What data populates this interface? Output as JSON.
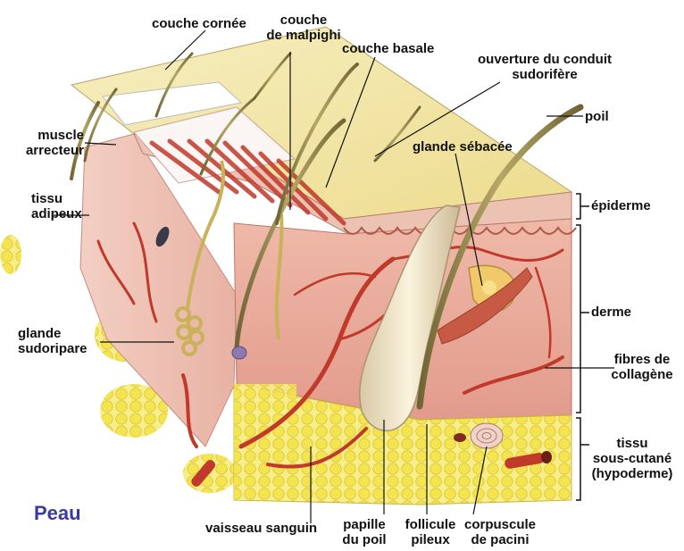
{
  "title": "Peau",
  "labels": {
    "couche_cornee": "couche cornée",
    "couche_malpighi_1": "couche",
    "couche_malpighi_2": "de malpighi",
    "couche_basale": "couche basale",
    "ouverture_1": "ouverture du conduit",
    "ouverture_2": "sudorifère",
    "poil": "poil",
    "muscle_1": "muscle",
    "muscle_2": "arrecteur",
    "glande_sebacee": "glande sébacée",
    "tissu_adipeux_1": "tissu",
    "tissu_adipeux_2": "adipeux",
    "epiderme": "épiderme",
    "derme": "derme",
    "glande_sudoripare_1": "glande",
    "glande_sudoripare_2": "sudoripare",
    "fibres_1": "fibres de",
    "fibres_2": "collagène",
    "tissu_sc_1": "tissu",
    "tissu_sc_2": "sous-cutané",
    "tissu_sc_3": "(hypoderme)",
    "vaisseau": "vaisseau sanguin",
    "papille_1": "papille",
    "papille_2": "du poil",
    "follicule_1": "follicule",
    "follicule_2": "pileux",
    "corpuscule_1": "corpuscule",
    "corpuscule_2": "de pacini"
  },
  "colors": {
    "title": "#3a3aa0",
    "skin_surface": "#f4e8a8",
    "epidermis": "#e9b8a6",
    "dermis": "#e8a89a",
    "fat": "#f6ea5e",
    "vessel": "#c0392b",
    "hair": "#8a7d45"
  }
}
